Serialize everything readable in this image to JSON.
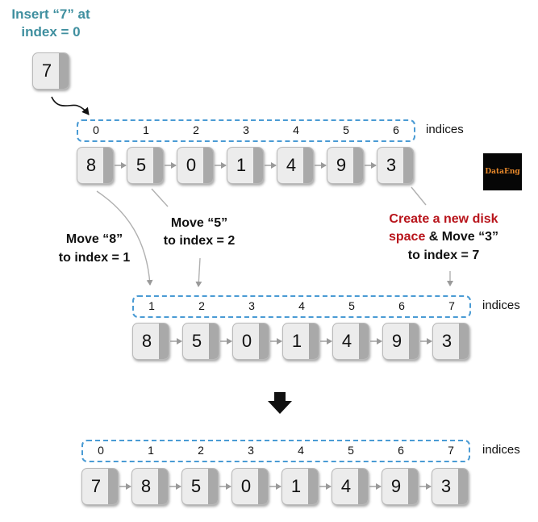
{
  "title": {
    "line1": "Insert “7” at",
    "line2": "index = 0"
  },
  "new_value": "7",
  "indices_label": "indices",
  "row1": {
    "indices": [
      "0",
      "1",
      "2",
      "3",
      "4",
      "5",
      "6"
    ],
    "values": [
      "8",
      "5",
      "0",
      "1",
      "4",
      "9",
      "3"
    ]
  },
  "row2": {
    "indices": [
      "1",
      "2",
      "3",
      "4",
      "5",
      "6",
      "7"
    ],
    "values": [
      "8",
      "5",
      "0",
      "1",
      "4",
      "9",
      "3"
    ]
  },
  "row3": {
    "indices": [
      "0",
      "1",
      "2",
      "3",
      "4",
      "5",
      "6",
      "7"
    ],
    "values": [
      "7",
      "8",
      "5",
      "0",
      "1",
      "4",
      "9",
      "3"
    ]
  },
  "annotations": {
    "move8": {
      "line1": "Move “8”",
      "line2": "to index = 1"
    },
    "move5": {
      "line1": "Move “5”",
      "line2": "to index = 2"
    },
    "create": {
      "line1": "Create a new disk",
      "line2_red": "space",
      "line2_black": " & Move “3”",
      "line3": "to index = 7"
    }
  },
  "logo_text": "DataEng",
  "colors": {
    "title": "#3f8f9f",
    "highlight": "#b8141b",
    "dashed_border": "#4a9bd4",
    "cell_fill": "#ececec",
    "cell_band": "#a9a9a9"
  },
  "icons": [
    "curved-arrow-icon",
    "down-arrow-icon",
    "logo-icon"
  ]
}
